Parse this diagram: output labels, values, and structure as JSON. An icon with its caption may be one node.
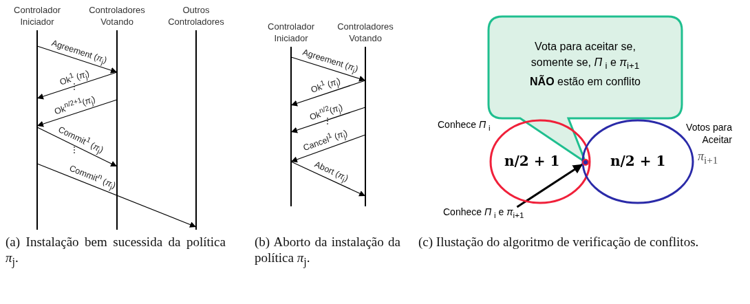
{
  "diagram": {
    "nodes": [
      {
        "text": [
          "Controlador Iniciador"
        ]
      },
      {
        "text": [
          "Controladores Votando"
        ]
      },
      {
        "text": [
          "Outros Controladores"
        ]
      },
      {
        "text": [
          "Controlador Iniciador"
        ]
      },
      {
        "text": [
          "Controladores Votando"
        ]
      },
      {
        "text": [
          "Vota para aceitar se, somente se, *Π* $_{i}$ e *π*$_{i+1}$ **NÃO** estão em conflito"
        ]
      },
      {
        "text": [
          "n/2 + 1"
        ],
        "beside": [
          "Conhece *Π* $_{i}$"
        ]
      },
      {
        "text": [
          "n/2 + 1"
        ],
        "beside": [
          "Votos para Aceitar",
          "*π*$_{i+1}$"
        ]
      },
      {
        "text": [
          "Conhece *Π* $_{i}$ e *π*$_{i+1}$"
        ]
      },
      {
        "text": [],
        "shape": "circle"
      }
    ],
    "edges": [
      {
        "from": 0,
        "to": 1,
        "arrow": "to",
        "label": "Agreement (*π*$_{j}$)"
      },
      {
        "from": 1,
        "to": 0,
        "arrow": "to",
        "label": "Ok$^{1}$ (*π*$_{j}$)"
      },
      {
        "from": 1,
        "to": 0,
        "arrow": "to",
        "label": "Ok$^{n/2+1}$(*π*$_{j}$)"
      },
      {
        "from": 0,
        "to": 1,
        "arrow": "to",
        "label": "Commit$^{1}$ (*π*$_{j}$)"
      },
      {
        "from": 0,
        "to": 2,
        "arrow": "to",
        "label": "Commit$^{n}$ (*π*$_{j}$)"
      },
      {
        "from": 3,
        "to": 4,
        "arrow": "to",
        "label": "Agreement (*π*$_{j}$)"
      },
      {
        "from": 4,
        "to": 3,
        "arrow": "to",
        "label": "Ok$^{1}$ (*π*$_{j}$)"
      },
      {
        "from": 4,
        "to": 3,
        "arrow": "to",
        "label": "Ok$^{n/2}$(*π*$_{j}$)"
      },
      {
        "from": 4,
        "to": 3,
        "arrow": "to",
        "label": "Cancel$^{1}$ (*π*$_{j}$)"
      },
      {
        "from": 3,
        "to": 4,
        "arrow": "to",
        "label": "Abort (*π*$_{j}$)"
      },
      {
        "from": 8,
        "to": 9,
        "arrow": "to",
        "style": "thick"
      }
    ],
    "labels": [
      "(a) Instalação bem sucessida da política *π*$_{j}$.",
      "(b) Aborto da instalação da política *π*$_{j}$.",
      "(c) Ilustação do algoritmo de verificação de conflitos."
    ]
  }
}
